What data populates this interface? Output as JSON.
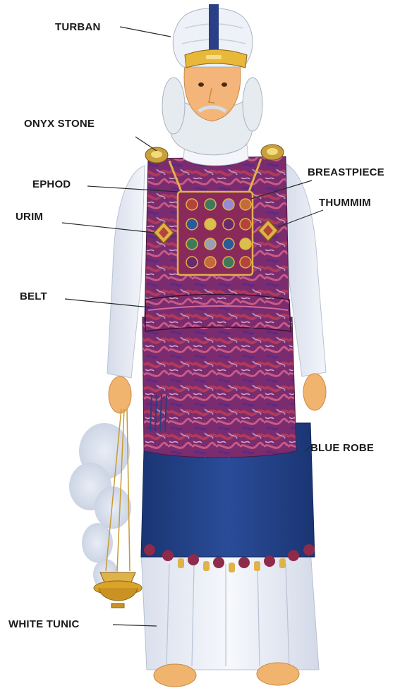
{
  "labels": {
    "turban": "TURBAN",
    "onyx_stone": "ONYX STONE",
    "ephod": "EPHOD",
    "breastpiece": "BREASTPIECE",
    "urim": "URIM",
    "thummim": "THUMMIM",
    "belt": "BELT",
    "blue_robe": "BLUE ROBE",
    "white_tunic": "WHITE TUNIC"
  },
  "colors": {
    "ephod_purple": "#7a2c6e",
    "ephod_red": "#a12848",
    "robe_blue": "#1f3f86",
    "tunic_white": "#eef1f7",
    "skin": "#f3b57a",
    "gold": "#d9a428",
    "hair": "#e9eef2"
  }
}
